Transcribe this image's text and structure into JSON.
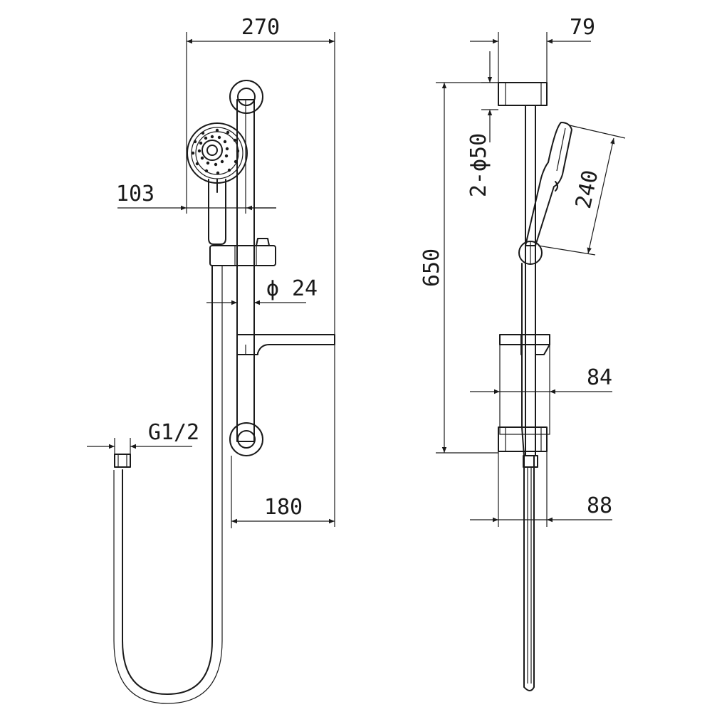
{
  "dimensions": {
    "width_total": "270",
    "handset_offset": "103",
    "rail_diameter": "ϕ 24",
    "hose_thread": "G1/2",
    "bracket_depth": "180",
    "top_depth": "79",
    "bracket_diameter": "2-ϕ50",
    "rail_height": "650",
    "handset_length": "240",
    "mid_depth": "84",
    "bottom_depth": "88"
  }
}
